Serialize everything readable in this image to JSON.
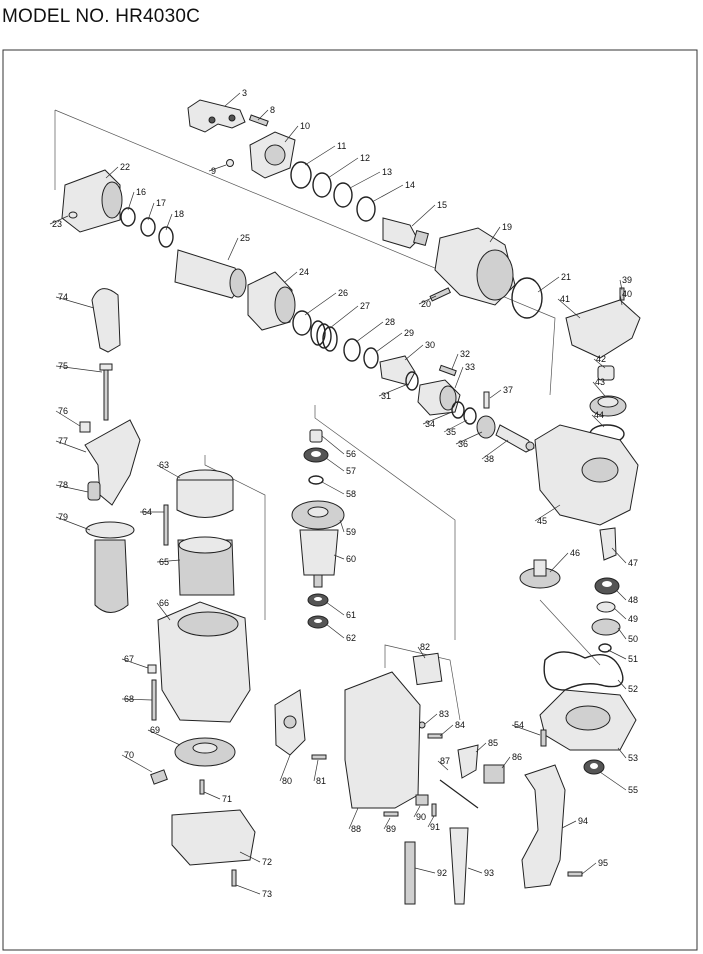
{
  "title": "MODEL NO. HR4030C",
  "parts": [
    {
      "n": "3"
    },
    {
      "n": "8"
    },
    {
      "n": "9"
    },
    {
      "n": "10"
    },
    {
      "n": "11"
    },
    {
      "n": "12"
    },
    {
      "n": "13"
    },
    {
      "n": "14"
    },
    {
      "n": "15"
    },
    {
      "n": "16"
    },
    {
      "n": "17"
    },
    {
      "n": "18"
    },
    {
      "n": "19"
    },
    {
      "n": "20"
    },
    {
      "n": "21"
    },
    {
      "n": "22"
    },
    {
      "n": "23"
    },
    {
      "n": "24"
    },
    {
      "n": "25"
    },
    {
      "n": "26"
    },
    {
      "n": "27"
    },
    {
      "n": "28"
    },
    {
      "n": "29"
    },
    {
      "n": "30"
    },
    {
      "n": "31"
    },
    {
      "n": "32"
    },
    {
      "n": "33"
    },
    {
      "n": "34"
    },
    {
      "n": "35"
    },
    {
      "n": "36"
    },
    {
      "n": "37"
    },
    {
      "n": "38"
    },
    {
      "n": "39"
    },
    {
      "n": "40"
    },
    {
      "n": "41"
    },
    {
      "n": "42"
    },
    {
      "n": "43"
    },
    {
      "n": "44"
    },
    {
      "n": "45"
    },
    {
      "n": "46"
    },
    {
      "n": "47"
    },
    {
      "n": "48"
    },
    {
      "n": "49"
    },
    {
      "n": "50"
    },
    {
      "n": "51"
    },
    {
      "n": "52"
    },
    {
      "n": "53"
    },
    {
      "n": "54"
    },
    {
      "n": "55"
    },
    {
      "n": "56"
    },
    {
      "n": "57"
    },
    {
      "n": "58"
    },
    {
      "n": "59"
    },
    {
      "n": "60"
    },
    {
      "n": "61"
    },
    {
      "n": "62"
    },
    {
      "n": "63"
    },
    {
      "n": "64"
    },
    {
      "n": "65"
    },
    {
      "n": "66"
    },
    {
      "n": "67"
    },
    {
      "n": "68"
    },
    {
      "n": "69"
    },
    {
      "n": "70"
    },
    {
      "n": "71"
    },
    {
      "n": "72"
    },
    {
      "n": "73"
    },
    {
      "n": "74"
    },
    {
      "n": "75"
    },
    {
      "n": "76"
    },
    {
      "n": "77"
    },
    {
      "n": "78"
    },
    {
      "n": "79"
    },
    {
      "n": "80"
    },
    {
      "n": "81"
    },
    {
      "n": "82"
    },
    {
      "n": "83"
    },
    {
      "n": "84"
    },
    {
      "n": "85"
    },
    {
      "n": "86"
    },
    {
      "n": "87"
    },
    {
      "n": "88"
    },
    {
      "n": "89"
    },
    {
      "n": "90"
    },
    {
      "n": "91"
    },
    {
      "n": "92"
    },
    {
      "n": "93"
    },
    {
      "n": "94"
    },
    {
      "n": "95"
    }
  ]
}
